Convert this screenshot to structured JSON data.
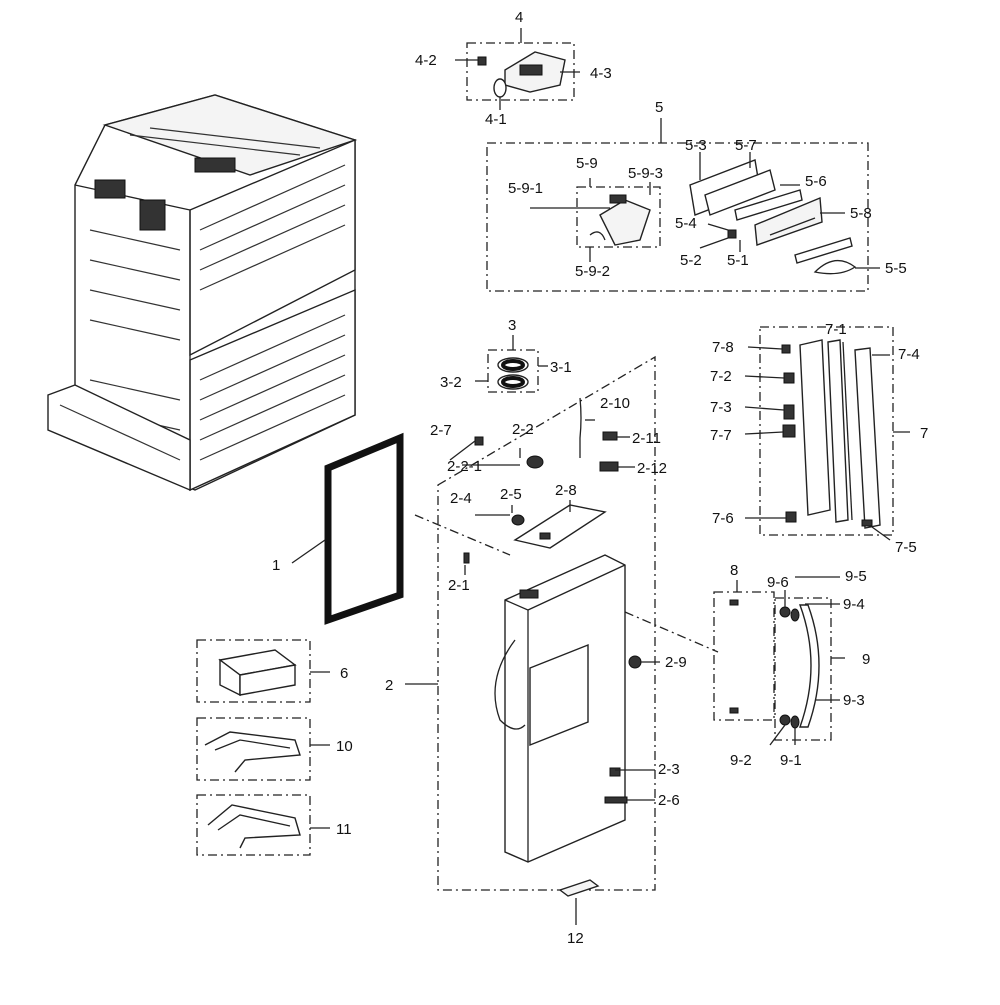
{
  "labels": {
    "l1": "1",
    "l2": "2",
    "l2_1": "2-1",
    "l2_2": "2-2",
    "l2_2_1": "2-2-1",
    "l2_3": "2-3",
    "l2_4": "2-4",
    "l2_5": "2-5",
    "l2_6": "2-6",
    "l2_7": "2-7",
    "l2_8": "2-8",
    "l2_9": "2-9",
    "l2_10": "2-10",
    "l2_11": "2-11",
    "l2_12": "2-12",
    "l3": "3",
    "l3_1": "3-1",
    "l3_2": "3-2",
    "l4": "4",
    "l4_1": "4-1",
    "l4_2": "4-2",
    "l4_3": "4-3",
    "l5": "5",
    "l5_1": "5-1",
    "l5_2": "5-2",
    "l5_3": "5-3",
    "l5_4": "5-4",
    "l5_5": "5-5",
    "l5_6": "5-6",
    "l5_7": "5-7",
    "l5_8": "5-8",
    "l5_9": "5-9",
    "l5_9_1": "5-9-1",
    "l5_9_2": "5-9-2",
    "l5_9_3": "5-9-3",
    "l6": "6",
    "l7": "7",
    "l7_1": "7-1",
    "l7_2": "7-2",
    "l7_3": "7-3",
    "l7_4": "7-4",
    "l7_5": "7-5",
    "l7_6": "7-6",
    "l7_7": "7-7",
    "l7_8": "7-8",
    "l8": "8",
    "l9": "9",
    "l9_1": "9-1",
    "l9_2": "9-2",
    "l9_3": "9-3",
    "l9_4": "9-4",
    "l9_5": "9-5",
    "l9_6": "9-6",
    "l10": "10",
    "l11": "11",
    "l12": "12"
  },
  "colors": {
    "line": "#222222",
    "background": "#ffffff",
    "part_fill": "#f4f4f4"
  }
}
